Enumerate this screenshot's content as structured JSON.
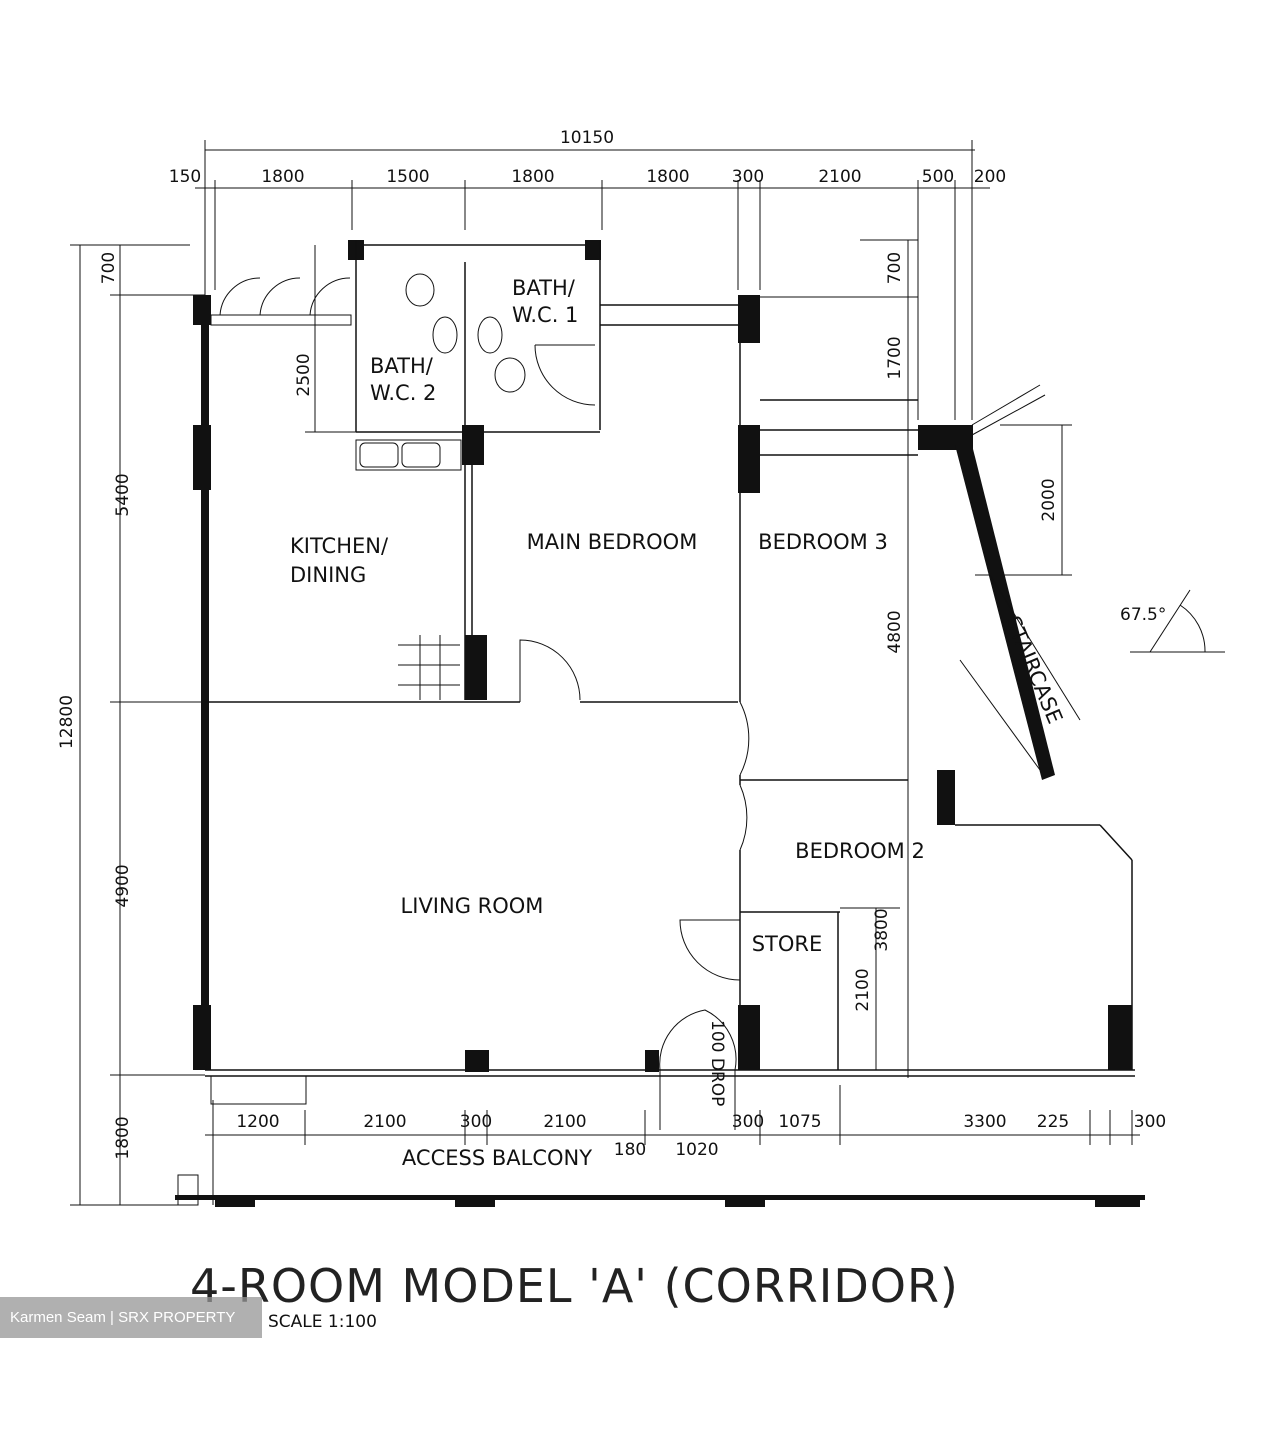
{
  "plan": {
    "title": "4-ROOM MODEL 'A' (CORRIDOR)",
    "scale": "SCALE 1:100",
    "watermark": "Karmen Seam | SRX PROPERTY",
    "rooms": {
      "bath1_a": "BATH/",
      "bath1_b": "W.C. 1",
      "bath2_a": "BATH/",
      "bath2_b": "W.C. 2",
      "kitchen_a": "KITCHEN/",
      "kitchen_b": "DINING",
      "main_bedroom": "MAIN BEDROOM",
      "bedroom3": "BEDROOM 3",
      "bedroom2": "BEDROOM 2",
      "living": "LIVING ROOM",
      "store": "STORE",
      "staircase": "STAIRCASE",
      "drop": "100 DROP",
      "balcony": "ACCESS BALCONY"
    },
    "angle": "67.5°",
    "dims_top_total": "10150",
    "dims_top": [
      "150",
      "1800",
      "1500",
      "1800",
      "1800",
      "300",
      "2100",
      "500",
      "200"
    ],
    "dims_left": {
      "a": "700",
      "b": "2500",
      "c": "5400",
      "total": "12800",
      "d": "4900",
      "e": "1800"
    },
    "dims_right": {
      "a": "700",
      "b": "1700",
      "c": "2000",
      "d": "4800",
      "e": "3800",
      "f": "2100"
    },
    "dims_bottom": [
      "1200",
      "2100",
      "300",
      "2100",
      "180",
      "1020",
      "300",
      "1075",
      "3300",
      "225",
      "300"
    ]
  }
}
